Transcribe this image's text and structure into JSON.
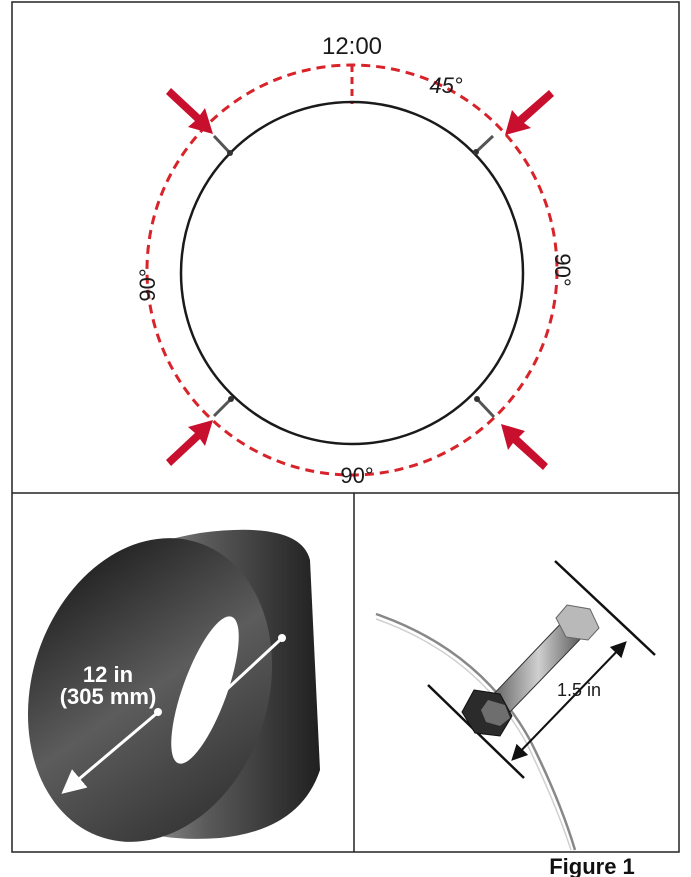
{
  "panel_top": {
    "top_label": "12:00",
    "angle_top_right": "45°",
    "angle_left": "90°",
    "angle_right": "90°",
    "angle_bottom": "90°"
  },
  "panel_bottom_left": {
    "diameter_line1": "12 in",
    "diameter_line2": "(305 mm)"
  },
  "panel_bottom_right": {
    "length_label": "1.5 in"
  },
  "caption": "Figure 1",
  "colors": {
    "dashed_circle": "#d8232a",
    "arrows": "#c8102e",
    "pipe_outline": "#1a1a1a",
    "border": "#222222"
  }
}
